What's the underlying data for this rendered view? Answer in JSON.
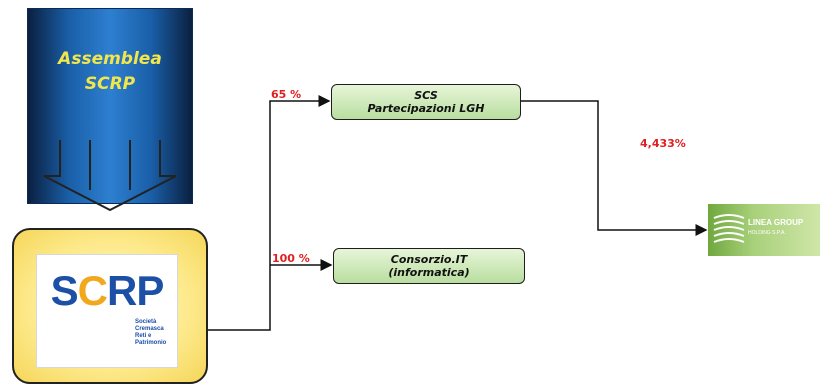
{
  "assemblea": {
    "line1": "Assemblea",
    "line2": "SCRP"
  },
  "scrp_logo": {
    "text_before": "S",
    "text_o": "C",
    "text_after": "RP",
    "subtext": [
      "Società",
      "Cremasca",
      "Reti",
      "e",
      "Patrimonio"
    ]
  },
  "scs_box": {
    "line1": "SCS",
    "line2": "Partecipazioni LGH"
  },
  "consorzio_box": {
    "line1": "Consorzio.IT",
    "line2": "(informatica)"
  },
  "percentages": {
    "scs": "65 %",
    "consorzio": "100 %",
    "lgh": "4,433%"
  },
  "lgh_logo": {
    "name": "LINEA GROUP",
    "sub": "HOLDING S.P.A."
  },
  "colors": {
    "percent_red": "#e02020",
    "green_box": "#b9dea0",
    "assemblea_blue": "#1a5fa8",
    "title_yellow": "#f2e64a"
  }
}
